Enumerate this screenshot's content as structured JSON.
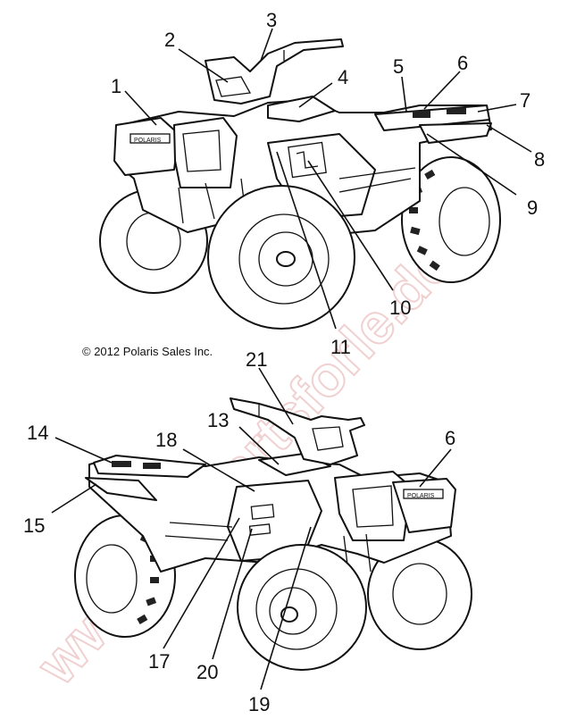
{
  "copyright": "© 2012 Polaris Sales Inc.",
  "watermark": "www.atvpartsforle.de",
  "top_view": {
    "callouts": [
      "1",
      "2",
      "3",
      "4",
      "5",
      "6",
      "7",
      "8",
      "9",
      "10",
      "11"
    ]
  },
  "bottom_view": {
    "callouts": [
      "21",
      "13",
      "14",
      "15",
      "18",
      "6",
      "17",
      "20",
      "19"
    ]
  },
  "decal_text": "POLARIS",
  "colors": {
    "ink": "#111111",
    "watermark": "#e9b8b8",
    "background": "#ffffff"
  }
}
